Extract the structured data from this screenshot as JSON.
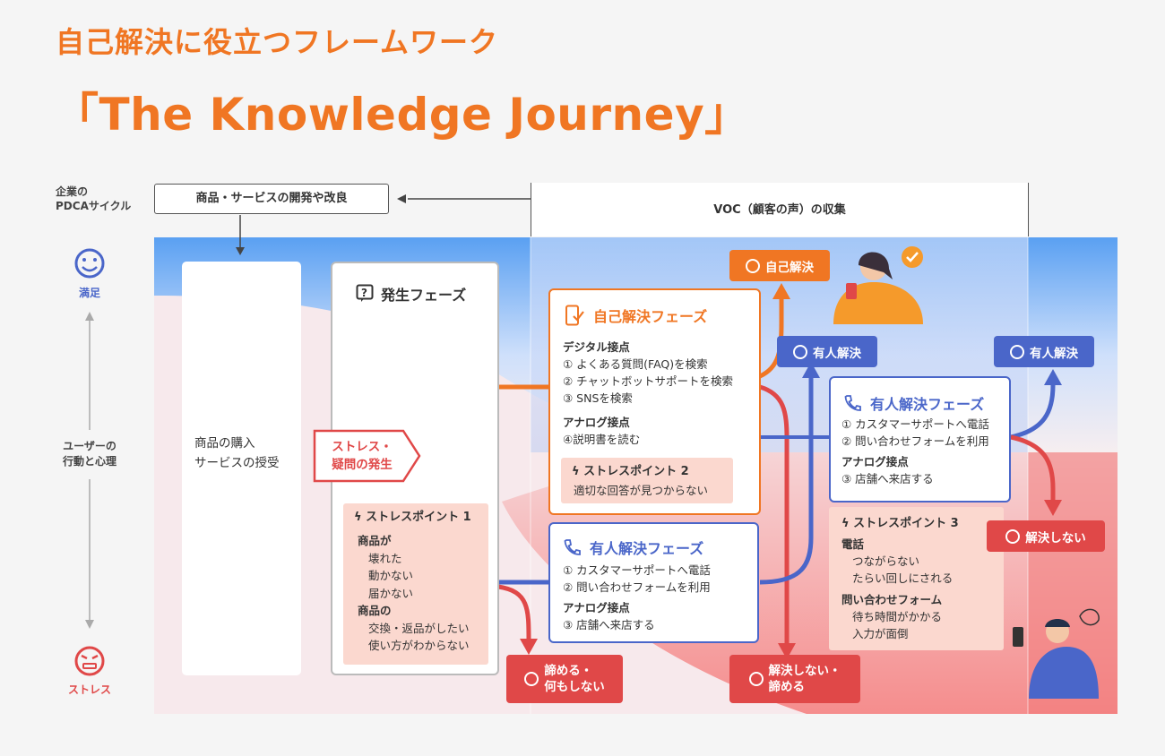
{
  "header": {
    "subtitle": "自己解決に役立つフレームワーク",
    "title": "「The Knowledge Journey」"
  },
  "pdca": {
    "label_line1": "企業の",
    "label_line2": "PDCAサイクル",
    "dev_box": "商品・サービスの開発や改良",
    "voc_box": "VOC（顧客の声）の収集"
  },
  "axis": {
    "top_label": "満足",
    "middle_line1": "ユーザーの",
    "middle_line2": "行動と心理",
    "bottom_label": "ストレス"
  },
  "purchase": {
    "line1": "商品の購入",
    "line2": "サービスの授受"
  },
  "occurrence": {
    "title": "発生フェーズ",
    "stress_tag_line1": "ストレス・",
    "stress_tag_line2": "疑問の発生",
    "stress_point_title": "ストレスポイント 1",
    "group1_title": "商品が",
    "group1_items": [
      "壊れた",
      "動かない",
      "届かない"
    ],
    "group2_title": "商品の",
    "group2_items": [
      "交換・返品がしたい",
      "使い方がわからない"
    ]
  },
  "self_phase": {
    "title": "自己解決フェーズ",
    "digital_title": "デジタル接点",
    "digital_items": [
      "① よくある質問(FAQ)を検索",
      "② チャットボットサポートを検索",
      "③ SNSを検索"
    ],
    "analog_title": "アナログ接点",
    "analog_items": [
      "④説明書を読む"
    ],
    "stress_point_title": "ストレスポイント 2",
    "stress_point_text": "適切な回答が見つからない"
  },
  "human_phase_1": {
    "title": "有人解決フェーズ",
    "items": [
      "① カスタマーサポートへ電話",
      "② 問い合わせフォームを利用"
    ],
    "analog_title": "アナログ接点",
    "analog_items": [
      "③ 店舗へ来店する"
    ]
  },
  "human_phase_2": {
    "title": "有人解決フェーズ",
    "items": [
      "① カスタマーサポートへ電話",
      "② 問い合わせフォームを利用"
    ],
    "analog_title": "アナログ接点",
    "analog_items": [
      "③ 店舗へ来店する"
    ]
  },
  "stress3": {
    "title": "ストレスポイント 3",
    "phone_title": "電話",
    "phone_items": [
      "つながらない",
      "たらい回しにされる"
    ],
    "form_title": "問い合わせフォーム",
    "form_items": [
      "待ち時間がかかる",
      "入力が面倒"
    ]
  },
  "outcomes": {
    "self_solved": "自己解決",
    "human_solved_1": "有人解決",
    "human_solved_2": "有人解決",
    "unsolved": "解決しない",
    "give_up_line1": "諦める・",
    "give_up_line2": "何もしない",
    "unsolved_giveup_line1": "解決しない・",
    "unsolved_giveup_line2": "諦める"
  },
  "colors": {
    "orange": "#f07623",
    "blue": "#4a66c9",
    "red": "#e04848",
    "sky_top": "#5aa0f2",
    "pink": "#f7a8a8"
  },
  "icons": [
    "smile-face-icon",
    "angry-face-icon",
    "question-box-icon",
    "phone-check-icon",
    "phone-icon",
    "lightning-icon",
    "sad-face-icon"
  ]
}
